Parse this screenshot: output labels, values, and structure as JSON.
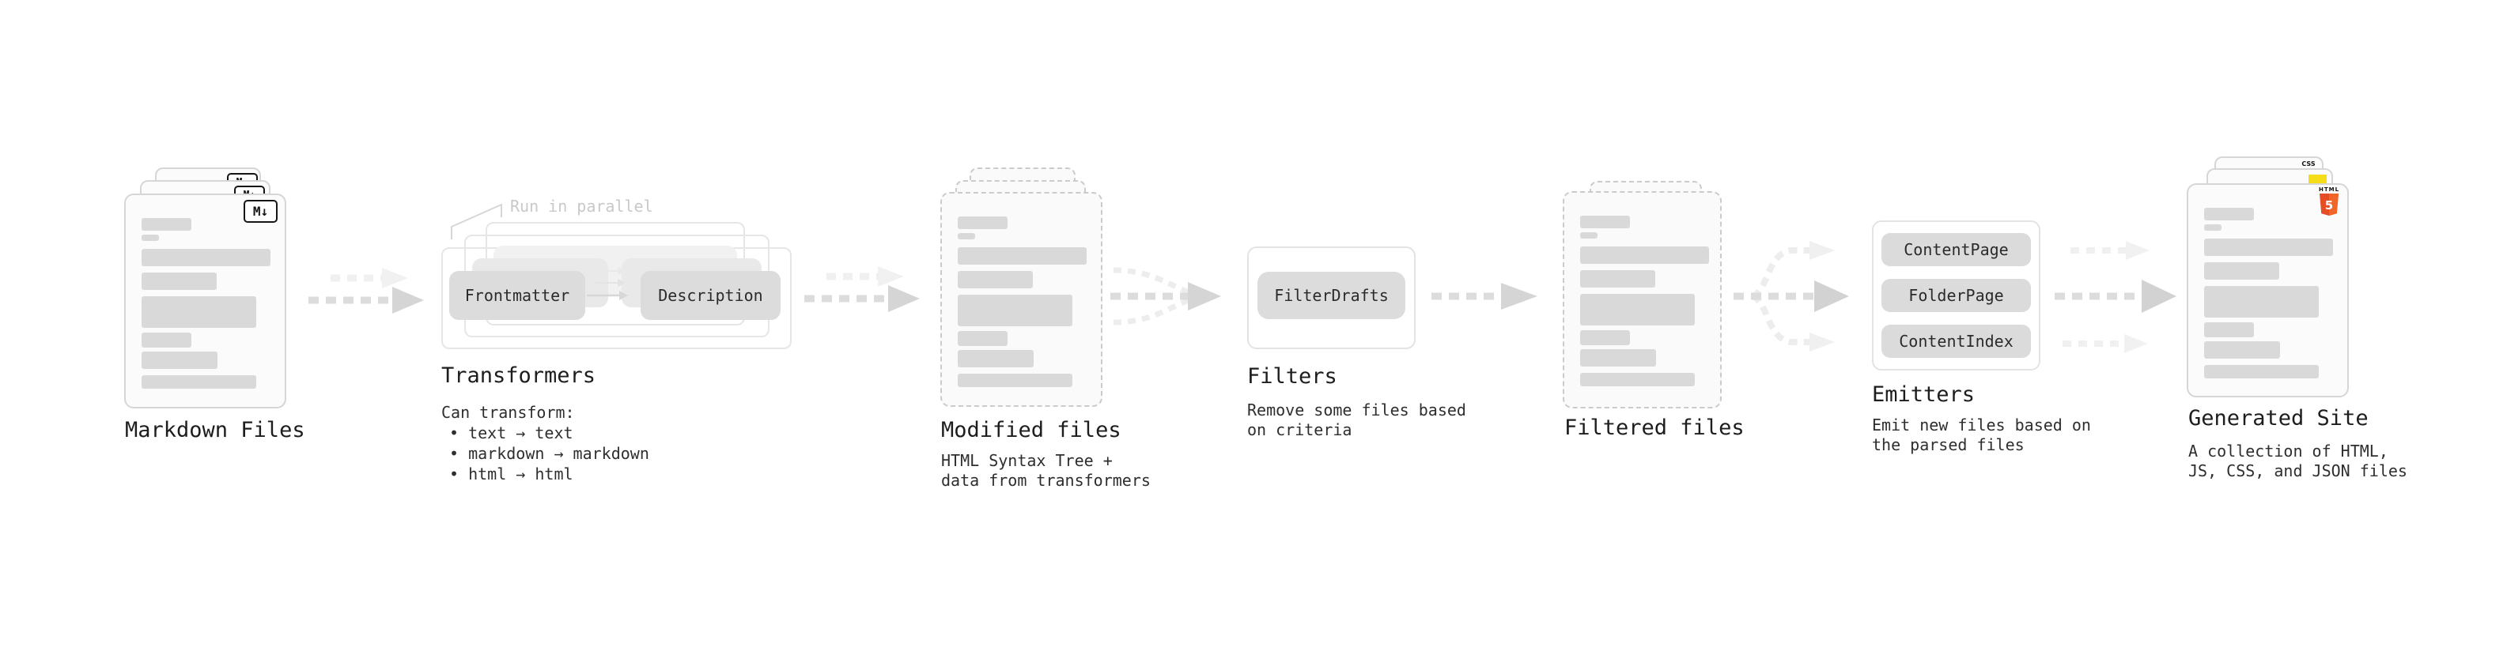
{
  "stages": {
    "markdown": {
      "label": "Markdown Files",
      "badge": "M↓"
    },
    "transformers": {
      "note": "Run in parallel",
      "pills": {
        "frontmatter": "Frontmatter",
        "description": "Description"
      },
      "label": "Transformers",
      "desc_title": "Can transform:",
      "bullets": [
        "• text → text",
        "• markdown → markdown",
        "• html → html"
      ]
    },
    "modified": {
      "label": "Modified files",
      "desc": [
        "HTML Syntax Tree +",
        "data from transformers"
      ]
    },
    "filters": {
      "pill": "FilterDrafts",
      "label": "Filters",
      "desc": [
        "Remove some files based",
        "on criteria"
      ]
    },
    "filtered": {
      "label": "Filtered files"
    },
    "emitters": {
      "pills": [
        "ContentPage",
        "FolderPage",
        "ContentIndex"
      ],
      "label": "Emitters",
      "desc": [
        "Emit new files based on",
        "the parsed files"
      ]
    },
    "generated": {
      "label": "Generated Site",
      "desc": [
        "A collection of HTML,",
        "JS, CSS, and JSON files"
      ],
      "badges": {
        "css": "CSS",
        "html_word": "HTML",
        "html_number": "5"
      }
    }
  },
  "colors": {
    "html5_shield": "#e44d26",
    "html5_shield_light": "#f16529",
    "js_yellow": "#f5de19",
    "css_blue": "#2965f1",
    "arrow_main": "#dcdcdc",
    "arrow_ghost": "#f0f0f0",
    "placeholder_bar": "#d9d9d9"
  }
}
